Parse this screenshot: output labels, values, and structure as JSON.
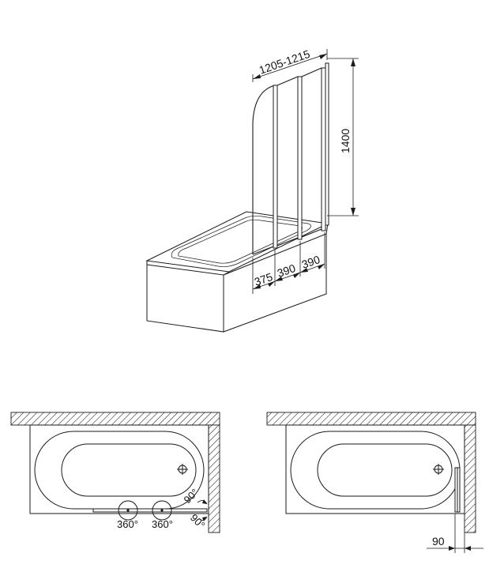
{
  "dimensions": {
    "width_range": "1205-1215",
    "height": "1400",
    "panel_1": "375",
    "panel_2": "390",
    "panel_3": "390",
    "wall_gap": "90"
  },
  "angles": {
    "rotation_left": "360°",
    "rotation_right": "360°",
    "fold_upper": "90°",
    "fold_lower": "90°"
  },
  "colors": {
    "line": "#1a1a1a",
    "background": "#ffffff"
  }
}
